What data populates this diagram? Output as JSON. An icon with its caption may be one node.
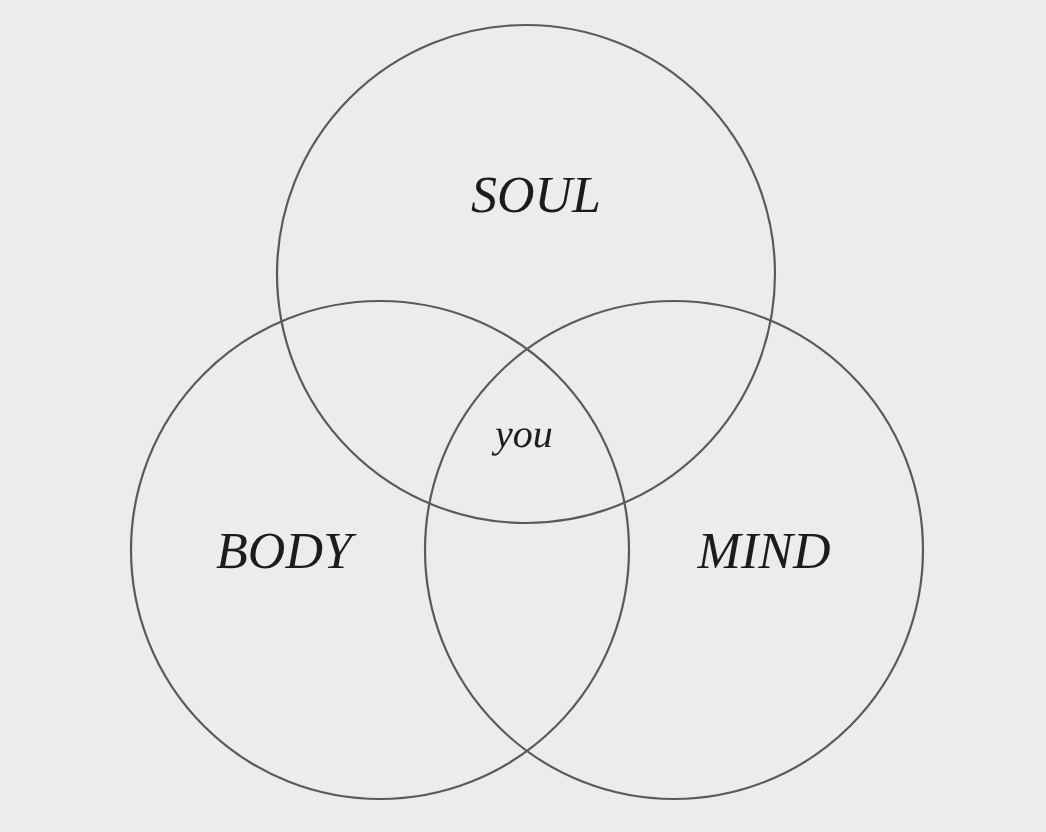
{
  "diagram": {
    "nodes": [
      {
        "text": [
          "SOUL"
        ]
      },
      {
        "text": [
          "BODY"
        ]
      },
      {
        "text": [
          "MIND"
        ]
      }
    ],
    "labels": [
      "you"
    ]
  }
}
